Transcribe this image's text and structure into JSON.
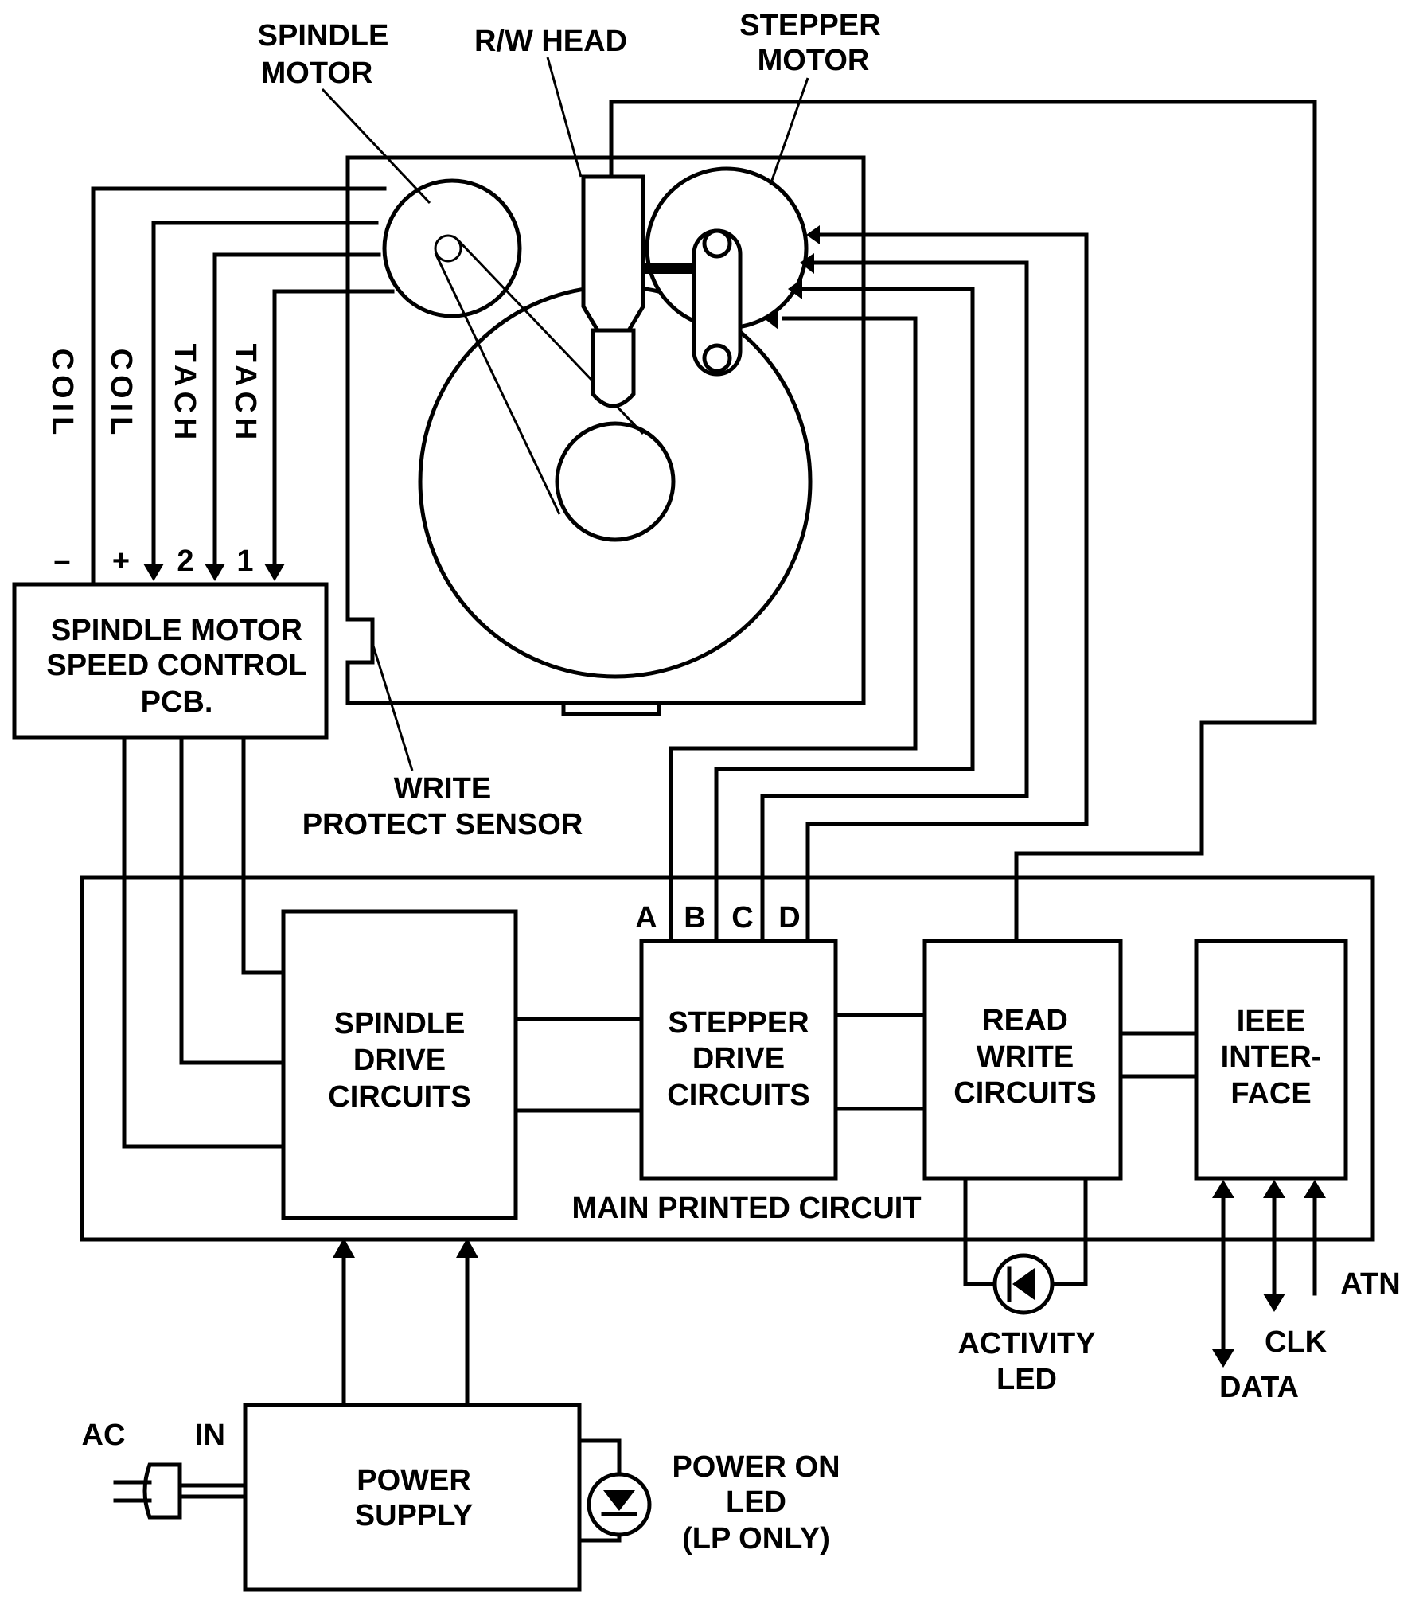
{
  "labels": {
    "spindle_motor": [
      "SPINDLE",
      "MOTOR"
    ],
    "rw_head": "R/W HEAD",
    "stepper_motor": [
      "STEPPER",
      "MOTOR"
    ],
    "coil_minus": "COIL",
    "coil_plus": "COIL",
    "tach2": "TACH",
    "tach1": "TACH",
    "pin_minus": "–",
    "pin_plus": "+",
    "pin_2": "2",
    "pin_1": "1",
    "speed_control": [
      "SPINDLE MOTOR",
      "SPEED CONTROL",
      "PCB."
    ],
    "write_protect": [
      "WRITE",
      "PROTECT SENSOR"
    ],
    "phase_a": "A",
    "phase_b": "B",
    "phase_c": "C",
    "phase_d": "D",
    "spindle_drive": [
      "SPINDLE",
      "DRIVE",
      "CIRCUITS"
    ],
    "stepper_drive": [
      "STEPPER",
      "DRIVE",
      "CIRCUITS"
    ],
    "read_write": [
      "READ",
      "WRITE",
      "CIRCUITS"
    ],
    "ieee": [
      "IEEE",
      "INTER-",
      "FACE"
    ],
    "main_pcb": "MAIN PRINTED CIRCUIT",
    "activity_led": [
      "ACTIVITY",
      "LED"
    ],
    "atn": "ATN",
    "clk": "CLK",
    "data": "DATA",
    "ac": "AC",
    "in": "IN",
    "power_supply": [
      "POWER",
      "SUPPLY"
    ],
    "power_on_led": [
      "POWER ON",
      "LED",
      "(LP ONLY)"
    ]
  }
}
